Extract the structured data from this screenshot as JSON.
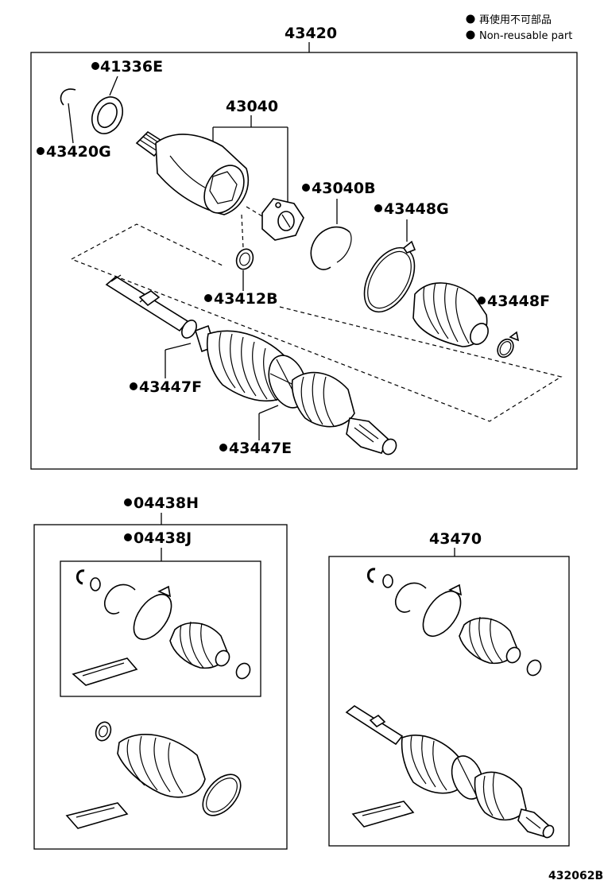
{
  "legend": {
    "ja_text": "再使用不可部品",
    "en_text": "Non-reusable part"
  },
  "top_assembly": {
    "number": "43420",
    "callouts": {
      "seal": "41336E",
      "snap_ring": "43420G",
      "outer_joint": "43040",
      "snap_ring_b": "43040B",
      "boot_clamp_g": "43448G",
      "nut": "43412B",
      "boot_clamp_f": "43448F",
      "clamp_f_inner": "43447F",
      "clamp_e": "43447E"
    }
  },
  "kits": {
    "kit_h": "04438H",
    "kit_j": "04438J",
    "assembly_b": "43470"
  },
  "diagram_ref": "432062B"
}
